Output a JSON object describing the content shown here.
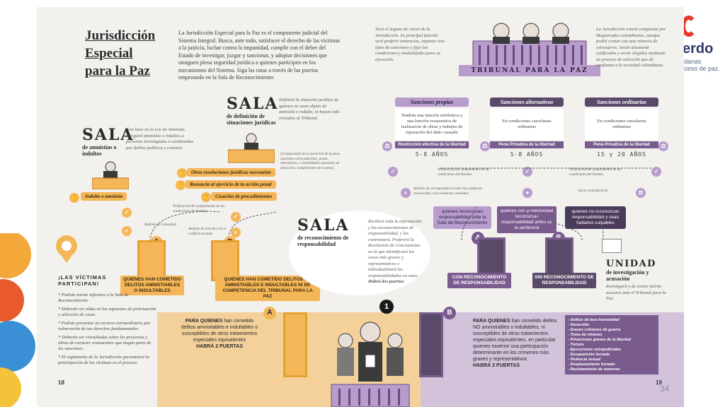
{
  "logo": {
    "word": "erdo",
    "sub1": "danas",
    "sub2": "ceso de paz."
  },
  "slide_number": "34",
  "page": {
    "title_lines": [
      "Jurisdicción",
      "Especial",
      "para la Paz"
    ],
    "intro": "La Jurisdicción Especial para la Paz es el componente judicial del Sistema Integral. Busca, ante todo, satisfacer el derecho de las víctimas a la justicia, luchar contra la impunidad, cumplir con el deber del Estado de investigar, juzgar y sancionar, y adoptar decisiones que otorguen plena seguridad jurídica a quienes participen en los mecanismos del Sistema. Siga las rutas a través de las puertas empezando en la Sala de Reconocimiento:",
    "tribunal": {
      "left_text": "Será el órgano de cierre de la Jurisdicción. Su principal función será proferir sentencias, imponer tres tipos de sanciones y fijar las condiciones y modalidades para su ejecución.",
      "name": "TRIBUNAL PARA LA PAZ",
      "right_text": "La Jurisdicción estará compuesta por Magistrados colombianos, aunque podrá contar con una minoría de extranjeros. Serán altamente calificados y serán elegidos mediante un proceso de selección que dé confianza a la sociedad colombiana."
    },
    "sala_amnistia": {
      "big": "SALA",
      "sub": "de amnistías o indultos",
      "desc": "Con base en la Ley de Amnistía, otorgará amnistías o indultos a personas investigadas o condenadas por delitos políticos y conexos.",
      "pill": "Indulto o amnistía",
      "note": "Análisis de Conexidad"
    },
    "sala_situaciones": {
      "big": "SALA",
      "sub": "de definición de situaciones jurídicas",
      "desc": "Definirá la situación jurídica de quienes no sean objeto de amnistía o indulto, ni hayan sido enviados al Tribunal.",
      "note": "(3) Suspensión de la ejecución de la pena, sanciones extra-judiciales, penas alternativas, o modalidades especiales de ejecución y cumplimiento de la pena).",
      "pills": [
        "Otras resoluciones jurídicas necesarias",
        "Renuncia al ejercicio de la acción penal",
        "Cesación de procedimientos"
      ],
      "verif": "Verificación del cumplimiento de las condiciones del Sistema",
      "relation": "Análisis de relación con el conflicto armado"
    },
    "sala_reconocimiento": {
      "big": "SALA",
      "sub": "de reconocimiento de responsabilidad",
      "desc": "Recibirá toda la información y los reconocimientos de responsabilidad, y los contrastará. Proferirá la Resolución de Conclusiones en la que identificará los casos más graves y representativos e individualizará las responsabilidades en estos.",
      "desc_bold": "Habrá dos puertas:",
      "number": "1"
    },
    "sanciones": [
      {
        "head": "Sanciones propias",
        "body": "Tendrán una función retributiva y una función restaurativa de realización de obras y trabajos de reparación del daño causado",
        "restr": "Restricción efectiva de la libertad",
        "years": "5-8 AÑOS"
      },
      {
        "head": "Sanciones alternativas",
        "body": "En condiciones carcelarias ordinarias",
        "restr": "Pena Privativa de la libertad",
        "years": "5-8 AÑOS"
      },
      {
        "head": "Sanciones ordinarias",
        "body": "En condiciones carcelarias ordinarias",
        "restr": "Pena Privativa de la libertad",
        "years": "15 y 20 AÑOS"
      }
    ],
    "verif_note_1": "Verificación del cumplimiento de las condiciones del Sistema",
    "verif_note_2": "Verificación del cumplimiento de las condiciones del Sistema",
    "analisis_note": "Análisis de correspondencia entre las conductas reconocidas y las conductas cometidas",
    "juicio_note": "Juicio contradictorio",
    "route_boxes": [
      "quienes reconozcan responsabilidad ante la Sala de Reconocimiento",
      "quienes con posterioridad reconozcan responsabilidad antes de la sentencia",
      "quienes no reconozcan responsabilidad y sean hallados culpables"
    ],
    "door_labels": {
      "con": "CON RECONOCIMIENTO DE RESPONSABILIDAD",
      "sin": "SIN RECONOCIMIENTO DE RESPONSABILIDAD",
      "a_left": "QUIENES HAN COMETIDO DELITOS AMNISTIABLES O INDULTABLES",
      "b_left": "QUIENES HAN COMETIDO DELITOS NO AMNISTIABLES E INDULTABLES NI DE COMPETENCIA DEL TRIBUNAL PARA LA PAZ"
    },
    "letters": {
      "a": "A",
      "b": "B"
    },
    "unidad": {
      "big": "UNIDAD",
      "sub": "de investigación y acusación",
      "desc": "Investigará y de existir mérito acusará ante el Tribunal para la Paz."
    },
    "victimas": {
      "title": "¡LAS VÍCTIMAS PARTICIPAN!",
      "items": [
        "* Podrán enviar informes a la Sala de Reconocimiento",
        "* Deberán ser oídas en los supuestos de priorización y selección de casos",
        "* Podrán presentar un recurso extraordinario por vulneración de sus derechos fundamentales",
        "* Deberán ser consultadas sobre los proyectos y obras de carácter restaurativo que hagan parte de las sanciones",
        "* El reglamento de la Jurisdicción garantizará la participación de las víctimas en el proceso"
      ]
    },
    "floor_left": {
      "bold": "PARA QUIENES",
      "text": "han cometido delitos amnistiables e indultables o susceptibles de otros tratamientos especiales equivalentes",
      "end": "HABRÁ 2 PUERTAS"
    },
    "floor_right": {
      "bold": "PARA QUIENES",
      "text": "han cometido delitos NO amnistiables o indultables, ni susceptibles de otros tratamientos especiales equivalentes, en particular quienes tuvieron una participación determinante en los crímenes más graves y representativos",
      "end": "HABRÁ 2 PUERTAS"
    },
    "crimes": [
      "- Delitos de lesa humanidad",
      "- Genocidio",
      "- Graves crímenes de guerra",
      "- Toma de rehenes",
      "- Privaciones graves de la libertad",
      "- Tortura",
      "- Ejecuciones extrajudiciales",
      "- Desaparición forzada",
      "- Violencia sexual",
      "- Desplazamiento forzado",
      "- Reclutamiento de menores"
    ],
    "page_left": "18",
    "page_right": "19"
  }
}
